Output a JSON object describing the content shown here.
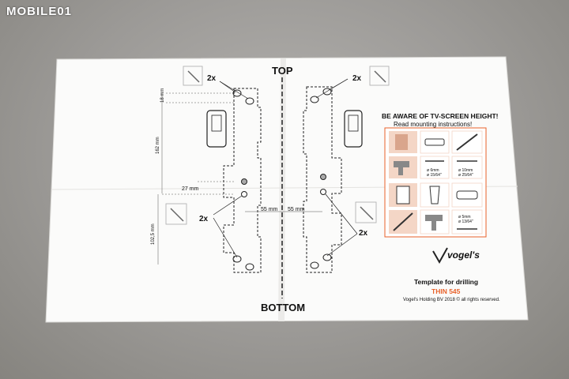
{
  "watermark": "MOBILE01",
  "top_label": "TOP",
  "bottom_label": "BOTTOM",
  "left_template": {
    "count_top": "2x",
    "count_bottom": "2x",
    "dims": {
      "d18": "18 mm",
      "d162": "162 mm",
      "d27": "27 mm",
      "d102": "102,5 mm",
      "d55": "55 mm"
    }
  },
  "right_template": {
    "count_top": "2x",
    "count_bottom": "2x",
    "dims": {
      "d55": "55 mm"
    }
  },
  "instructions": {
    "warning_line1": "BE AWARE OF TV-SCREEN HEIGHT!",
    "warning_line2": "Read mounting instructions!",
    "drill_a1": "ø 6mm",
    "drill_a2": "ø 15/64\"",
    "drill_b1": "ø 10mm",
    "drill_b2": "ø 25/64\"",
    "drill_c1": "ø 5mm",
    "drill_c2": "ø 13/64\""
  },
  "brand": "vogel's",
  "template_title": "Template for drilling",
  "model": "THIN 545",
  "copyright": "Vogel's Holding BV 2018 © all rights reserved.",
  "colors": {
    "accent": "#e8622a",
    "panel": "#f4d6c6",
    "paper": "#fbfbfa",
    "background": "#9c9a97"
  }
}
